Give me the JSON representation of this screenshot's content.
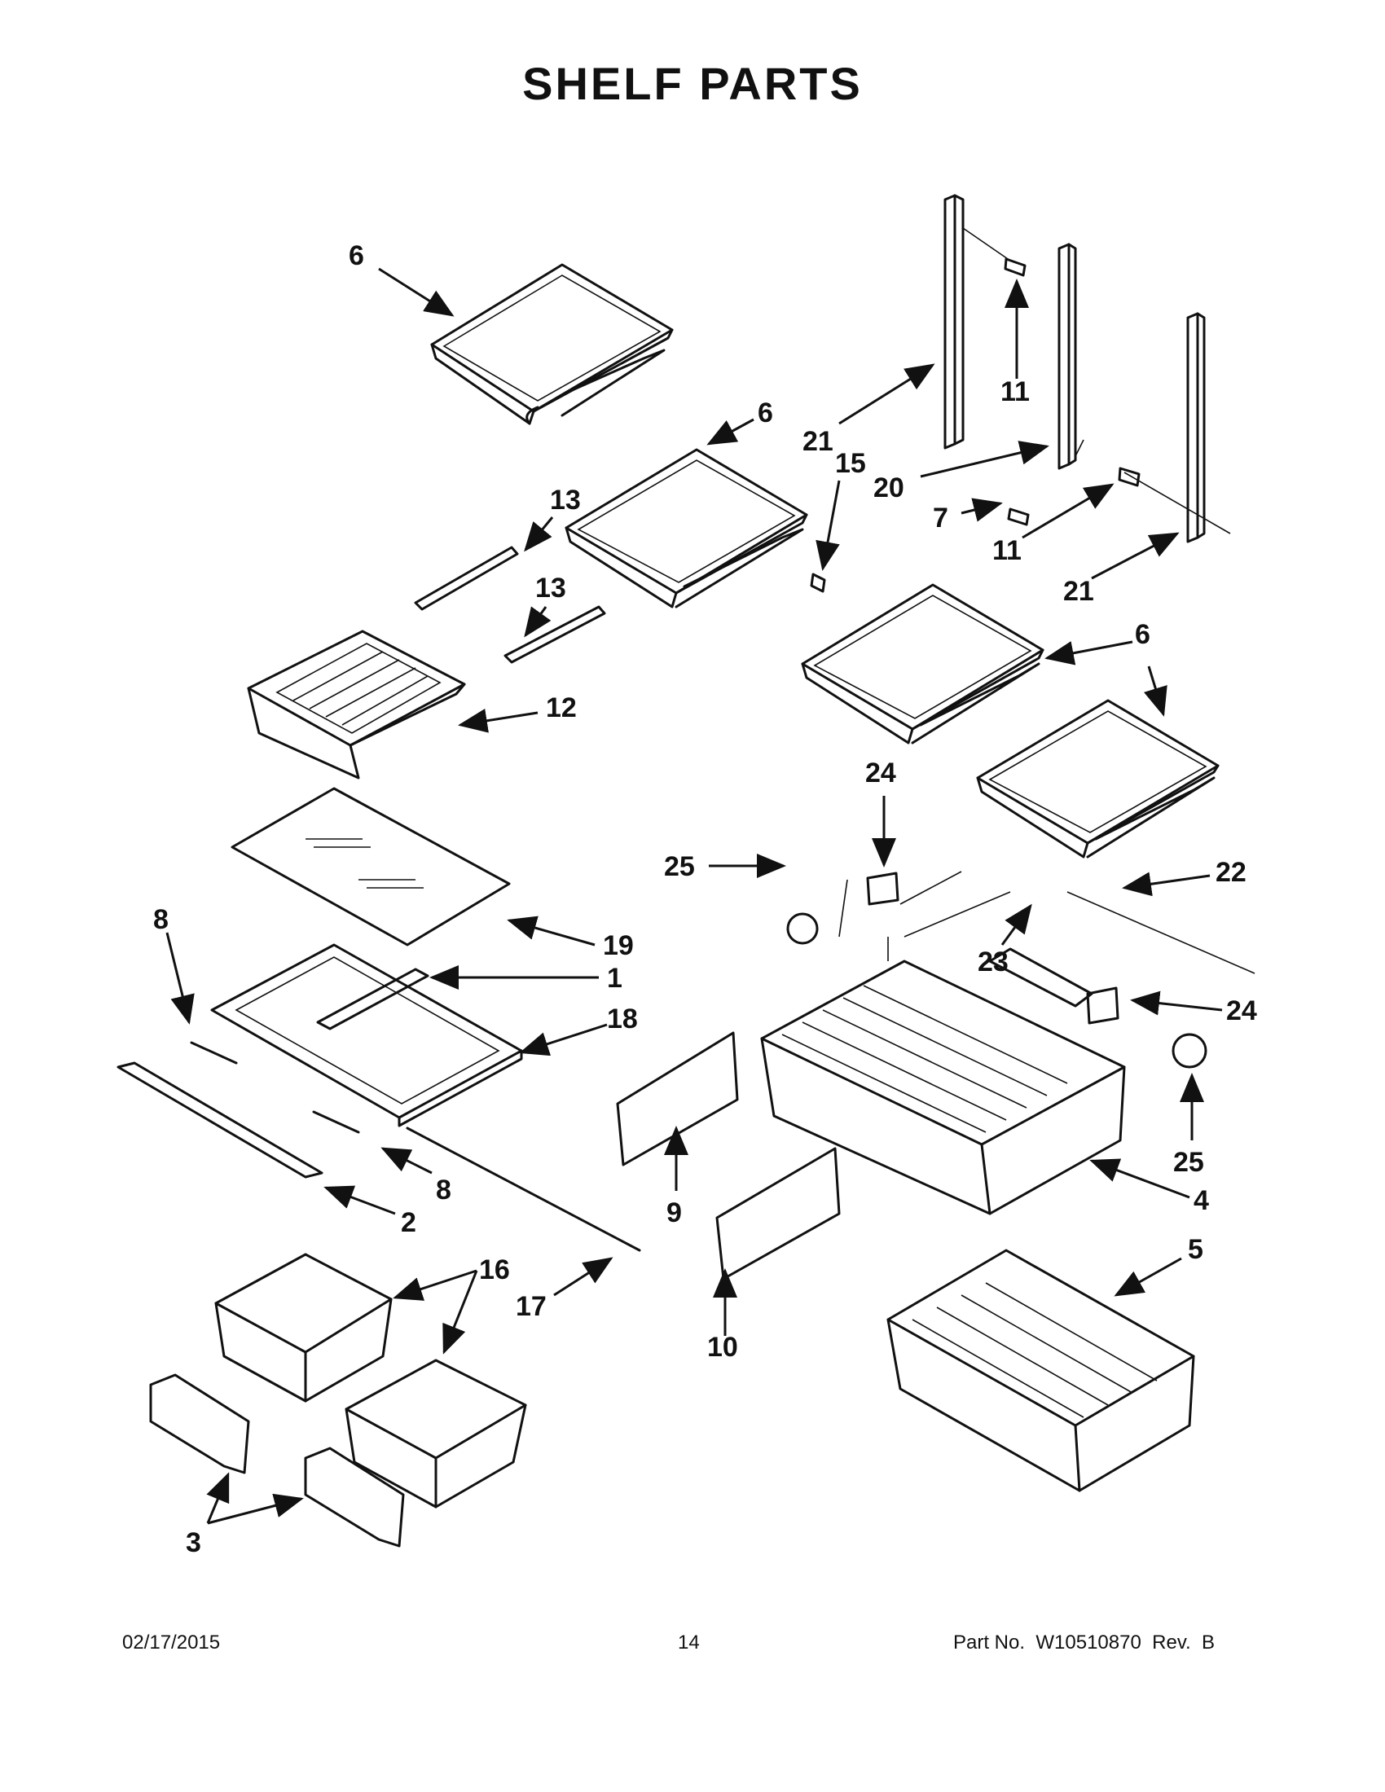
{
  "title": "SHELF PARTS",
  "footer": {
    "date": "02/17/2015",
    "page": "14",
    "part_number": "Part No.  W10510870  Rev.  B"
  },
  "callouts": {
    "c6a": "6",
    "c6b": "6",
    "c6c": "6",
    "c6d": "6",
    "c11a": "11",
    "c11b": "11",
    "c21a": "21",
    "c21b": "21",
    "c15": "15",
    "c20": "20",
    "c7": "7",
    "c13a": "13",
    "c13b": "13",
    "c12": "12",
    "c24a": "24",
    "c24b": "24",
    "c25a": "25",
    "c25b": "25",
    "c22": "22",
    "c23": "23",
    "c19": "19",
    "c8a": "8",
    "c8b": "8",
    "c1": "1",
    "c18": "18",
    "c2": "2",
    "c17": "17",
    "c16": "16",
    "c3": "3",
    "c9": "9",
    "c10": "10",
    "c4": "4",
    "c5": "5"
  }
}
